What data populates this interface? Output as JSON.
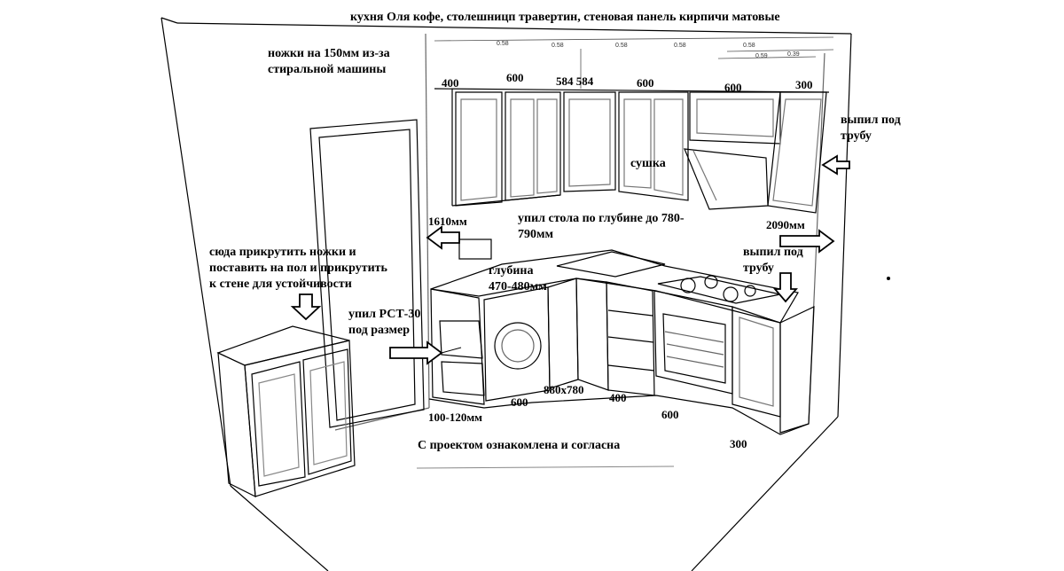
{
  "title": "кухня Оля кофе, столешницп травертин, стеновая панель кирпичи матовые",
  "notes": {
    "legs": [
      "ножки на 150мм из-за",
      "стиральной машины"
    ],
    "screw_legs": [
      "сюда прикрутить ножки и",
      "поставить на пол и прикрутить",
      "к стене для устойчивости"
    ],
    "cut_rst": [
      "упил РСТ-30",
      "под размер"
    ],
    "cut_table": [
      "упил стола по глубине до 780-",
      "790мм"
    ],
    "depth": [
      "глубина",
      "470-480мм"
    ],
    "pipe_top": [
      "выпил под",
      "трубу"
    ],
    "pipe_mid": [
      "выпил под",
      "трубу"
    ],
    "dryer": "сушка",
    "agreement": "С проектом ознакомлена и согласна"
  },
  "dimensions": {
    "top_400": "400",
    "top_600a": "600",
    "top_584": "584 584",
    "top_600b": "600",
    "top_600c": "600",
    "top_300": "300",
    "h_1610": "1610мм",
    "h_2090": "2090мм",
    "bottom_100_120": "100-120мм",
    "bottom_600a": "600",
    "bottom_880": "880х780",
    "bottom_400": "400",
    "bottom_600b": "600",
    "bottom_300": "300"
  },
  "ceiling_marks": [
    "0.58",
    "0.58",
    "0.58",
    "0.58",
    "0.58",
    "0.59",
    "0.39"
  ],
  "colors": {
    "line": "#000000",
    "faint": "#9a9a9a",
    "background": "#ffffff"
  }
}
